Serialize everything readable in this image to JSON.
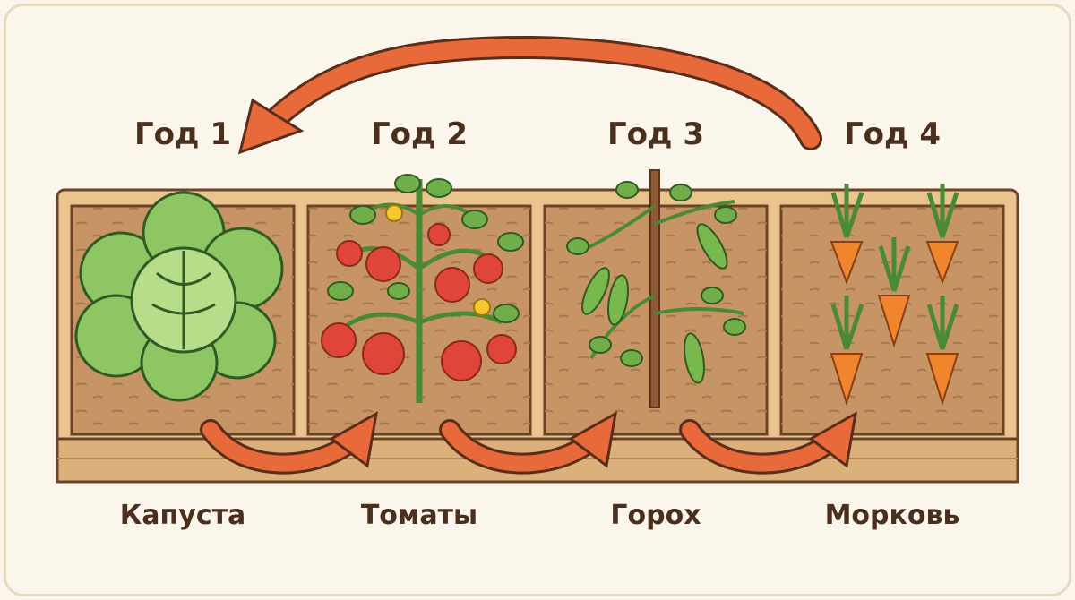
{
  "beds": [
    {
      "year": "Год 1",
      "crop": "Капуста"
    },
    {
      "year": "Год 2",
      "crop": "Томаты"
    },
    {
      "year": "Год 3",
      "crop": "Горох"
    },
    {
      "year": "Год 4",
      "crop": "Морковь"
    }
  ],
  "colors": {
    "arrow": "#e8693a",
    "wood": "#e9c48f",
    "soil": "#c79565",
    "text": "#4a2f1f"
  }
}
